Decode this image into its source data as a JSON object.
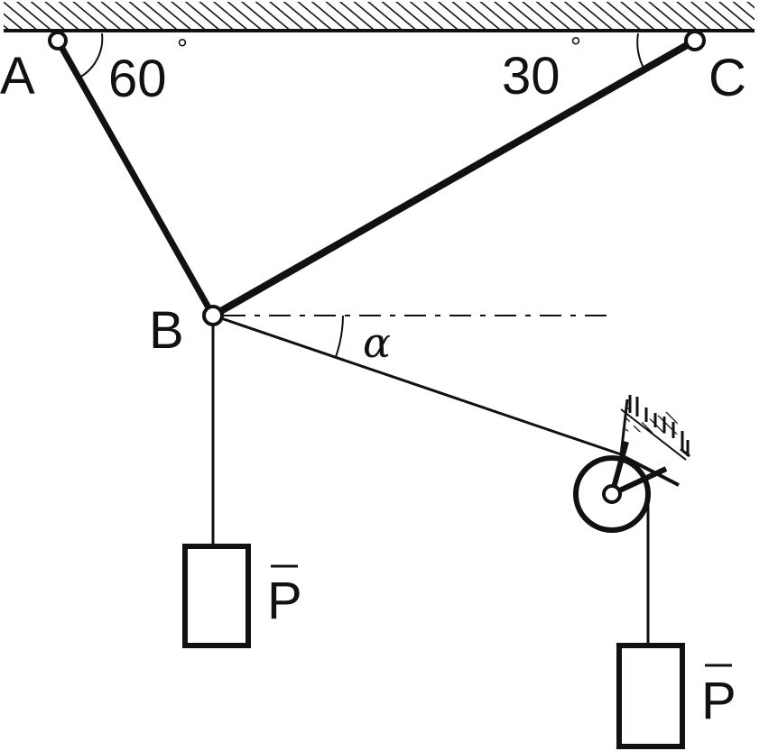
{
  "points": {
    "a": "A",
    "b": "B",
    "c": "C"
  },
  "angles": {
    "at_a": "60",
    "at_c": "30",
    "degree_mark": "°",
    "alpha": "α"
  },
  "weights": {
    "left": "P",
    "right": "P"
  },
  "colors": {
    "ink": "#111111",
    "background": "#ffffff"
  }
}
